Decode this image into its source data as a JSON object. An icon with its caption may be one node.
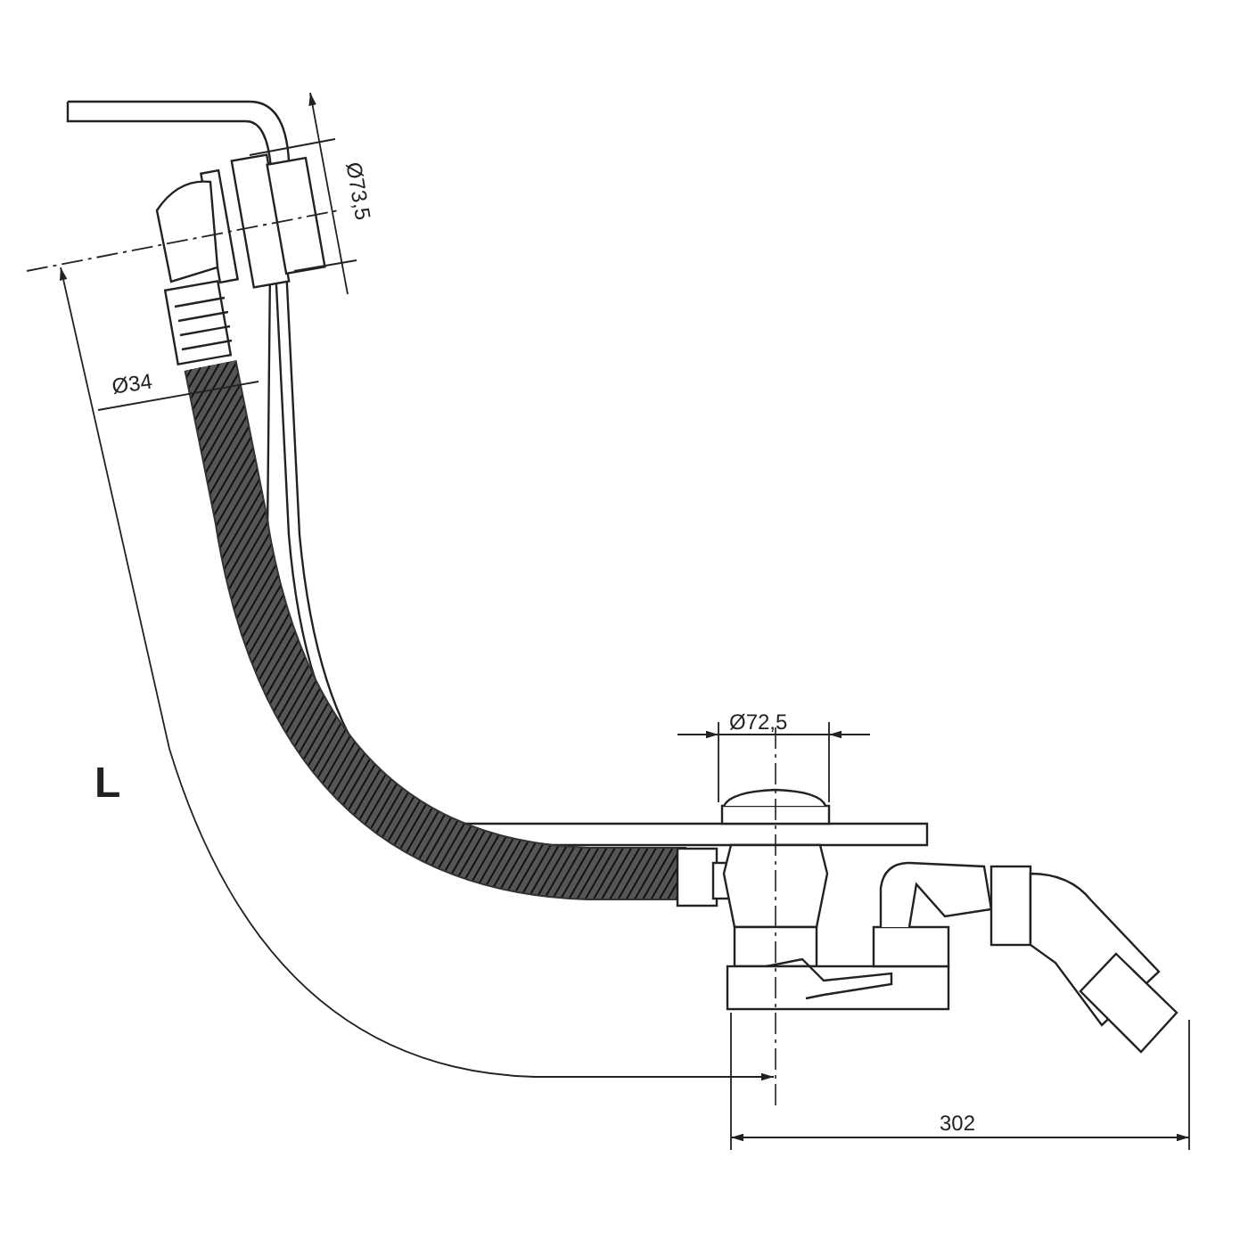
{
  "diagram": {
    "labels": [
      "Ø73,5",
      "Ø34",
      "Ø72,5",
      "L",
      "302"
    ]
  }
}
